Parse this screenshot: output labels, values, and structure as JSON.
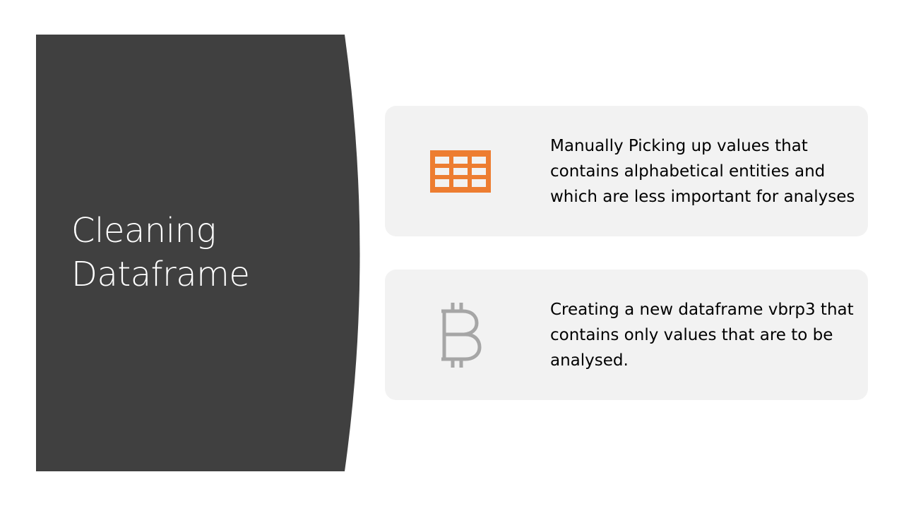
{
  "slide": {
    "title_line1": "Cleaning",
    "title_line2": "Dataframe"
  },
  "cards": [
    {
      "icon": "table-icon",
      "icon_color": "#ED7D31",
      "text": "Manually Picking up values that contains alphabetical entities and which are less important for analyses"
    },
    {
      "icon": "bitcoin-icon",
      "icon_color": "#A6A6A6",
      "text": "Creating a new dataframe vbrp3 that contains only values that are to be analysed."
    }
  ],
  "colors": {
    "panel": "#404040",
    "card_background": "#F2F2F2",
    "title_text": "#FFFFFF",
    "body_text": "#000000"
  }
}
